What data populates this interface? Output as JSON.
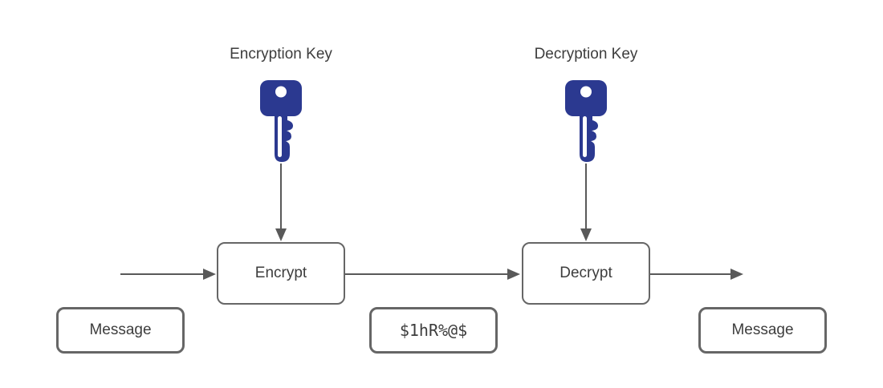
{
  "diagram": {
    "encryption_key": {
      "label": "Encryption Key",
      "icon": "key-icon"
    },
    "decryption_key": {
      "label": "Decryption Key",
      "icon": "key-icon"
    },
    "nodes": {
      "encrypt": {
        "label": "Encrypt"
      },
      "decrypt": {
        "label": "Decrypt"
      },
      "message_in": {
        "label": "Message"
      },
      "ciphertext": {
        "label": "$1hR%@$"
      },
      "message_out": {
        "label": "Message"
      }
    },
    "colors": {
      "key_fill": "#2b3990",
      "arrow": "#595959",
      "box_border": "#666666",
      "text": "#3d3d3d",
      "background": "#ffffff"
    }
  }
}
